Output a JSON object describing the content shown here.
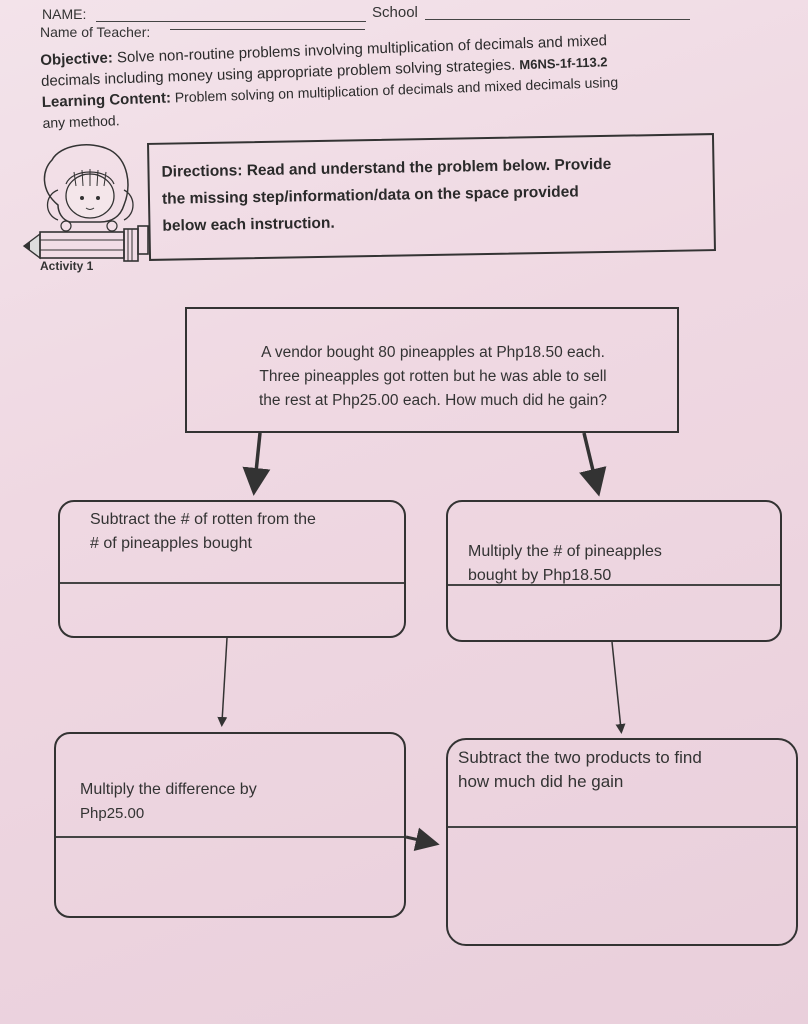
{
  "header": {
    "name_label": "NAME:",
    "school_label": "School",
    "teacher_label": "Name of Teacher:"
  },
  "objective": {
    "label": "Objective:",
    "text_line1": " Solve non-routine problems involving multiplication of decimals and mixed",
    "text_line2": "decimals including money using appropriate problem solving strategies. ",
    "code": "M6NS-1f-113.2"
  },
  "learning_content": {
    "label": "Learning Content:",
    "text_line1": " Problem solving on multiplication of decimals and mixed decimals using",
    "text_line2": "any method."
  },
  "activity_label": "Activity 1",
  "directions": {
    "line1": "Directions: Read and understand the problem below. Provide",
    "line2": "the missing step/information/data on the space provided",
    "line3": "below each instruction."
  },
  "problem": {
    "line1": "A vendor bought 80 pineapples at Php18.50 each.",
    "line2": "Three pineapples got rotten but he was able to sell",
    "line3": "the rest at Php25.00 each. How much did he gain?"
  },
  "steps": {
    "step1": {
      "line1": "Subtract the # of rotten from the",
      "line2": "# of pineapples bought"
    },
    "step2": {
      "line1": "Multiply the # of pineapples",
      "line2": "bought by Php18.50"
    },
    "step3": {
      "line1": "Multiply the difference by",
      "line2": "Php25.00"
    },
    "step4": {
      "line1": "Subtract the two products to find",
      "line2": "how much did he gain"
    }
  },
  "colors": {
    "paper": "#efd8e2",
    "ink": "#333333"
  }
}
